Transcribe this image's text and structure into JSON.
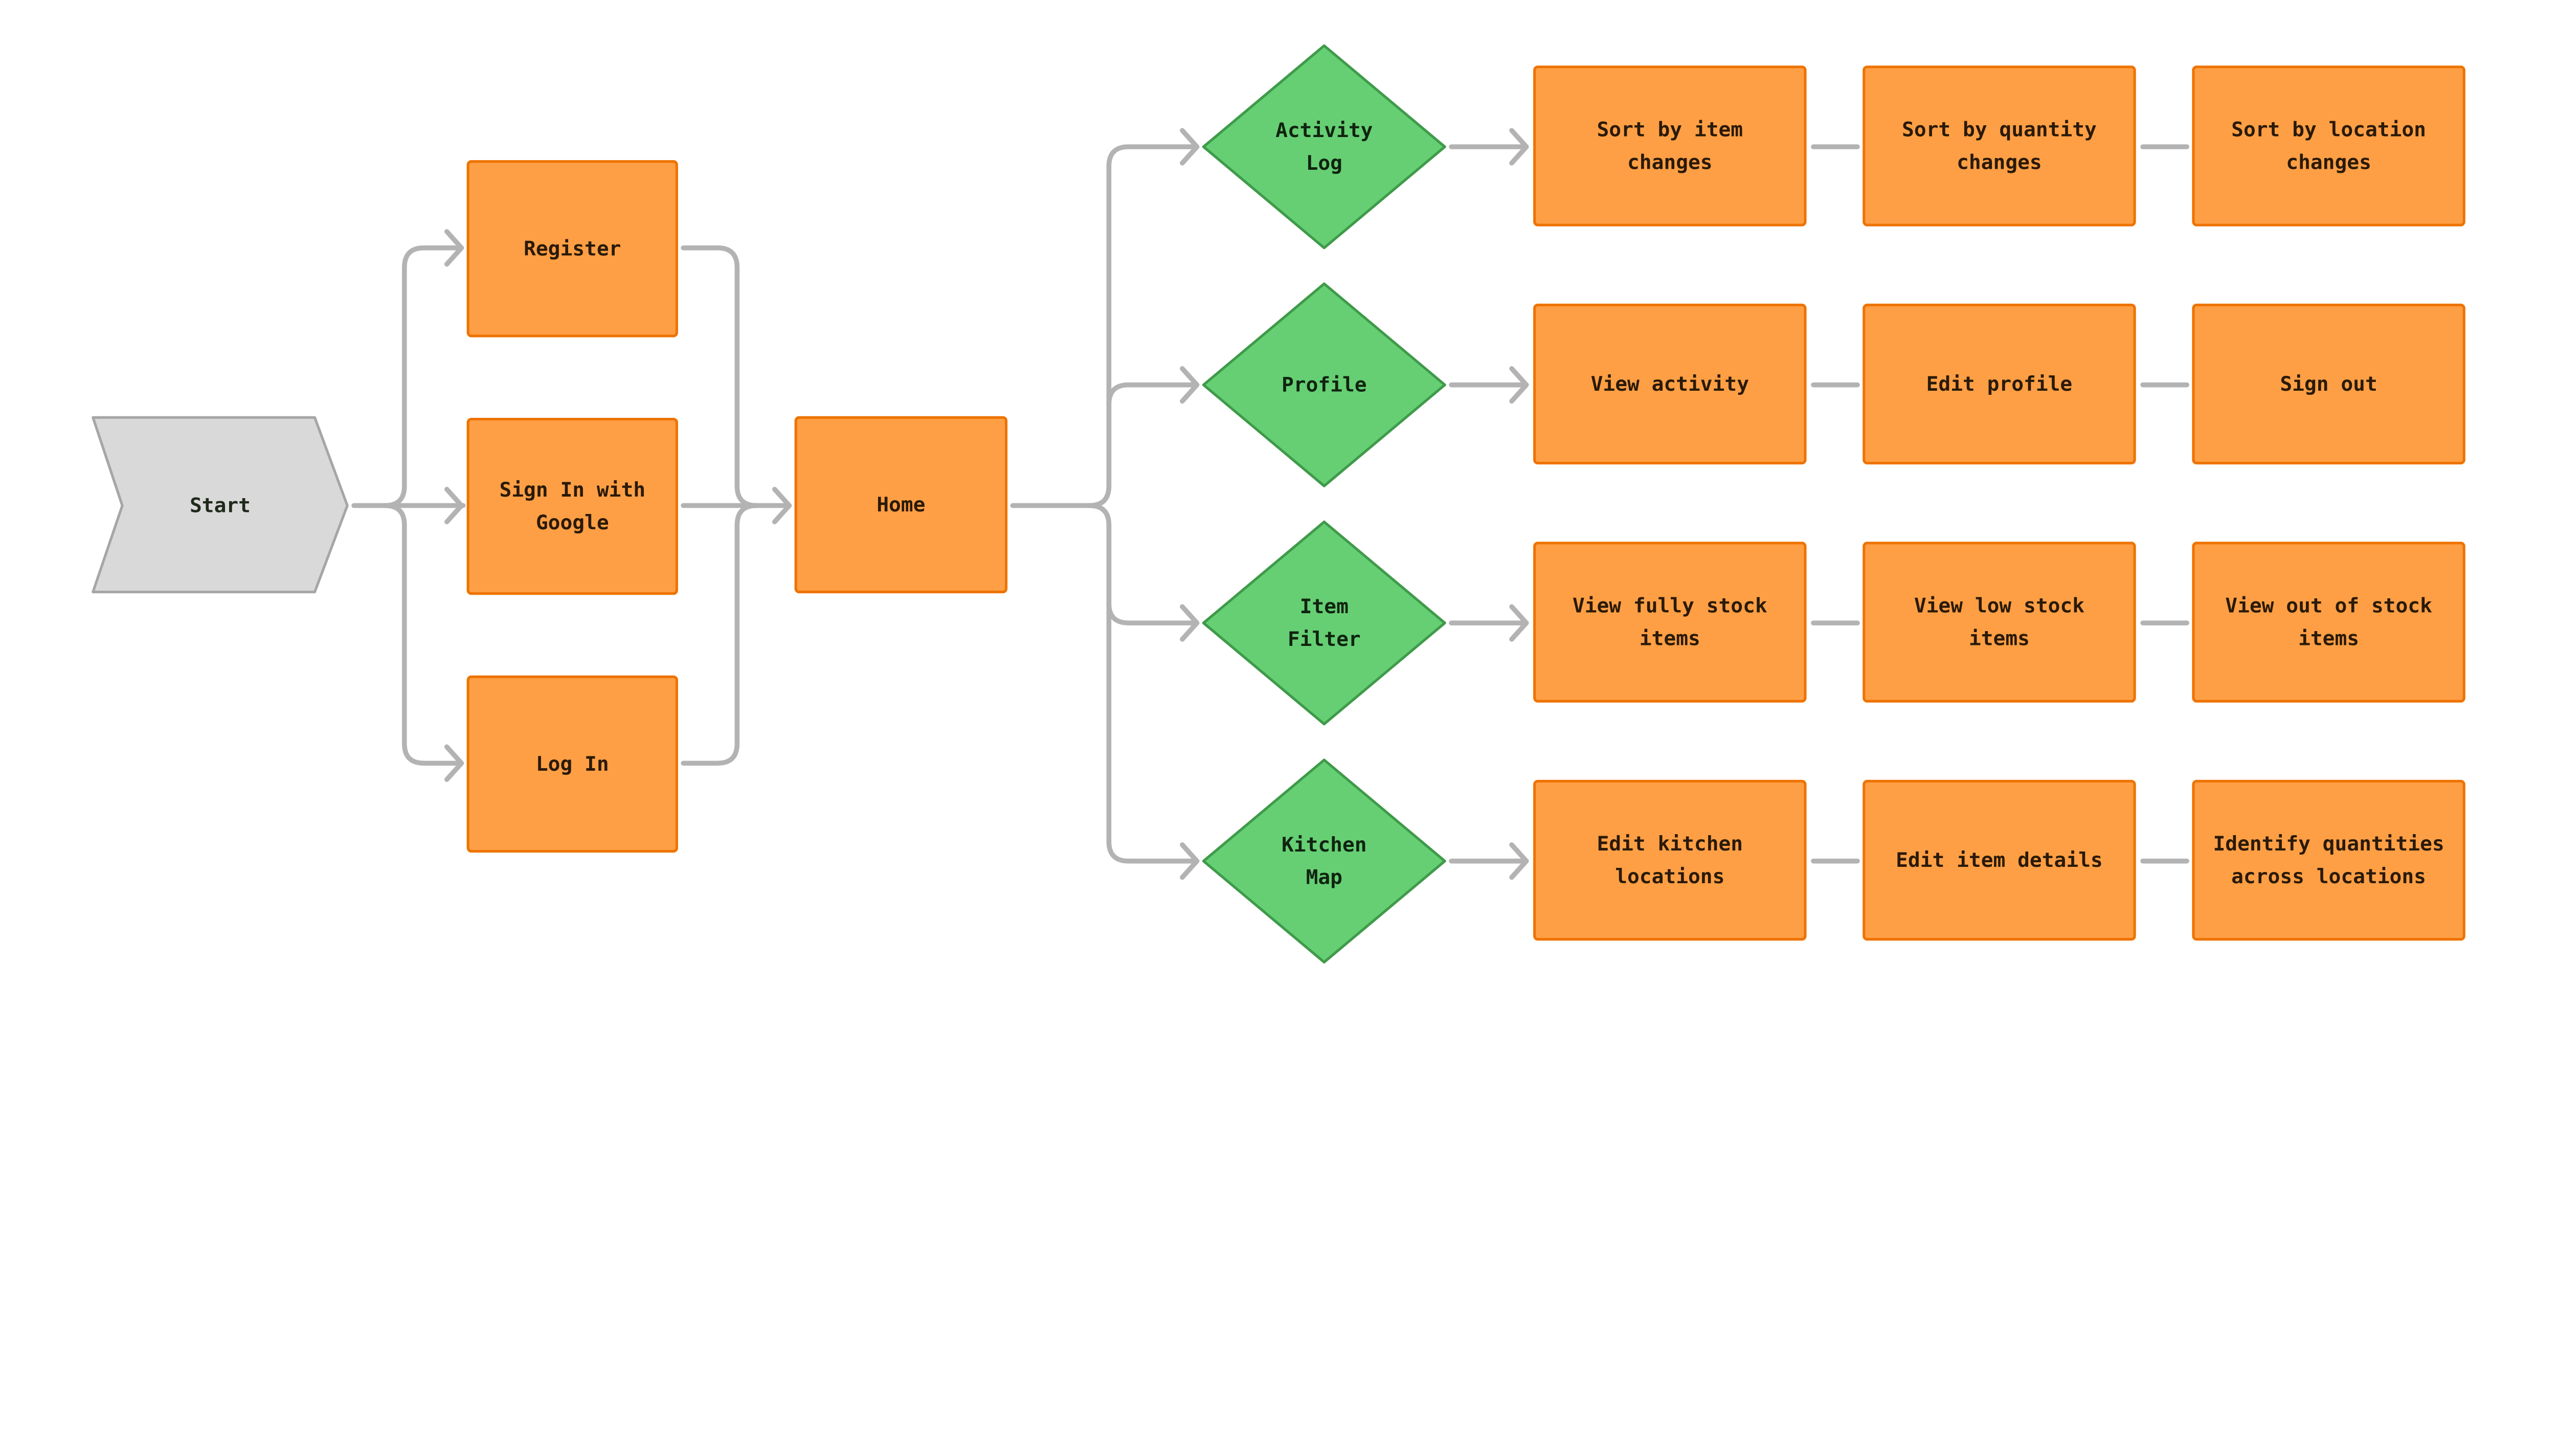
{
  "colors": {
    "process_fill": "#FF9F45",
    "process_stroke": "#EE7300",
    "decision_fill": "#66CF74",
    "decision_stroke": "#3F9A4A",
    "start_fill": "#D9D9D9",
    "start_stroke": "#A6A6A6",
    "connector": "#B3B3B3"
  },
  "start": {
    "label": "Start"
  },
  "auth": [
    {
      "label": [
        "Register"
      ]
    },
    {
      "label": [
        "Sign In with",
        "Google"
      ]
    },
    {
      "label": [
        "Log In"
      ]
    }
  ],
  "home": {
    "label": "Home"
  },
  "branches": [
    {
      "decision": [
        "Activity",
        "Log"
      ],
      "steps": [
        [
          "Sort by item",
          "changes"
        ],
        [
          "Sort by quantity",
          "changes"
        ],
        [
          "Sort by location",
          "changes"
        ]
      ]
    },
    {
      "decision": [
        "Profile"
      ],
      "steps": [
        [
          "View activity"
        ],
        [
          "Edit profile"
        ],
        [
          "Sign out"
        ]
      ]
    },
    {
      "decision": [
        "Item",
        "Filter"
      ],
      "steps": [
        [
          "View fully stock",
          "items"
        ],
        [
          "View low stock",
          "items"
        ],
        [
          "View out of stock",
          "items"
        ]
      ]
    },
    {
      "decision": [
        "Kitchen",
        "Map"
      ],
      "steps": [
        [
          "Edit kitchen",
          "locations"
        ],
        [
          "Edit item details"
        ],
        [
          "Identify quantities",
          "across locations"
        ]
      ]
    }
  ]
}
